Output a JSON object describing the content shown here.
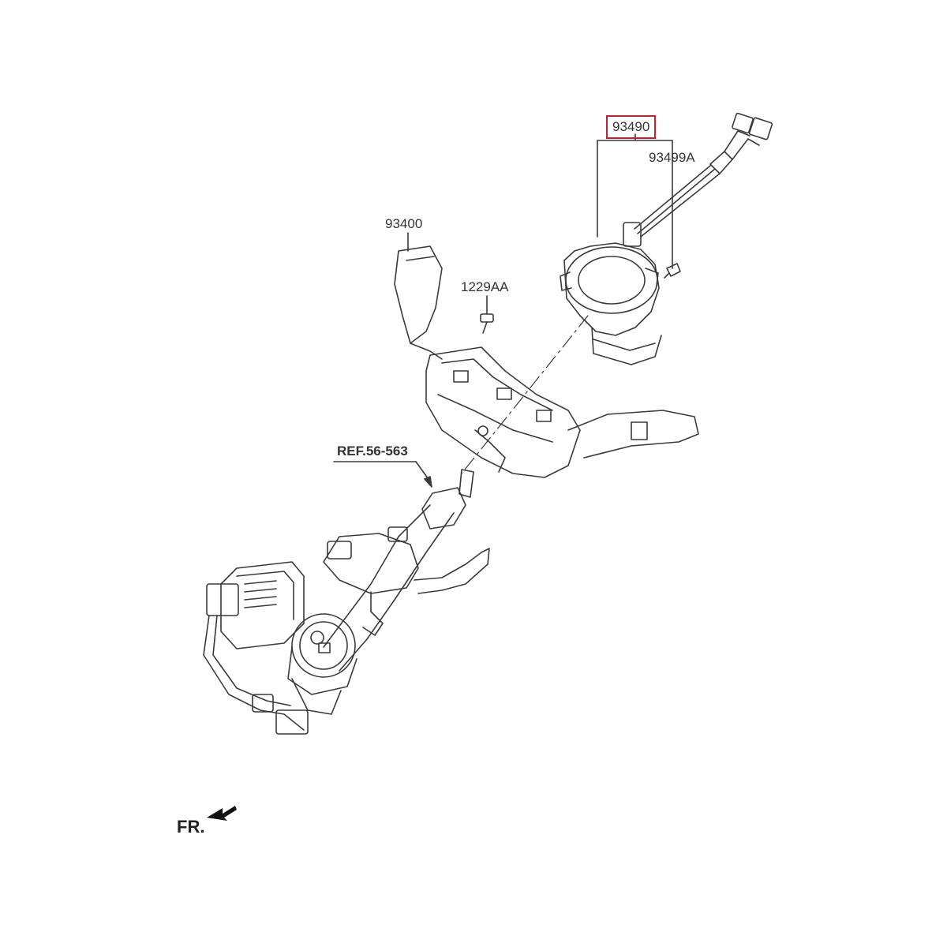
{
  "callouts": {
    "assembly_switch": "93490",
    "screw": "93499A",
    "multifunction_switch": "93400",
    "bolt": "1229AA",
    "reference": "REF.56-563",
    "front_marker": "FR."
  },
  "colors": {
    "line": "#3a3a3a",
    "highlight_box": "#c8202f",
    "text": "#333333"
  },
  "icons": {
    "front_arrow": "arrow-icon"
  }
}
